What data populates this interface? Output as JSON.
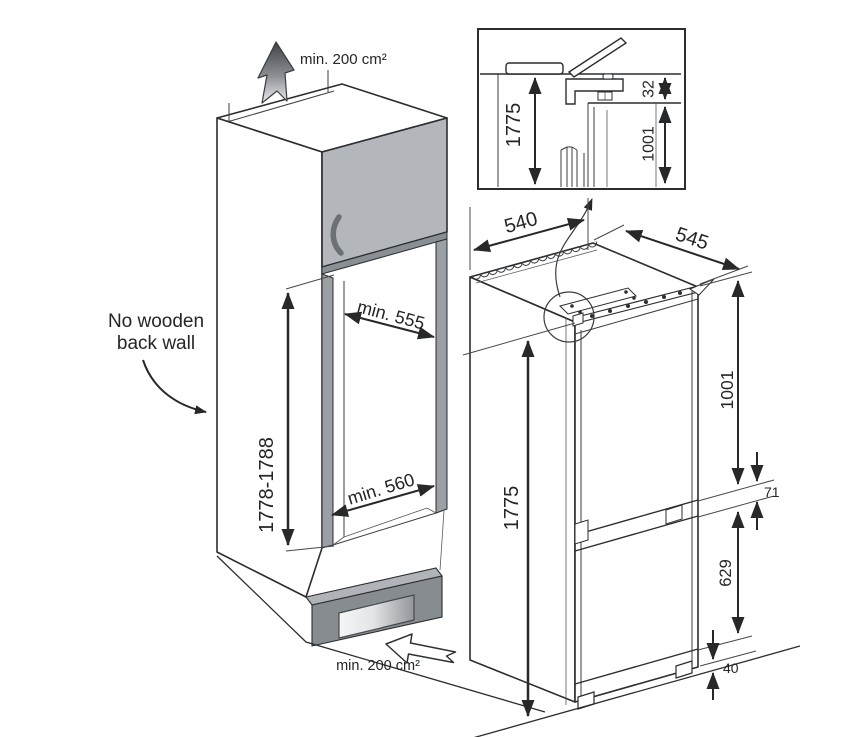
{
  "annotations": {
    "back_wall_note_line1": "No wooden",
    "back_wall_note_line2": "back wall",
    "top_vent": "min. 200 cm²",
    "bottom_vent": "min. 200 cm²"
  },
  "niche": {
    "width": "min. 555",
    "depth": "min. 560",
    "height": "1778-1788"
  },
  "appliance": {
    "width": "540",
    "depth": "545",
    "height": "1775",
    "upper_door": "1001",
    "hinge_gap": "71",
    "lower_door": "629",
    "foot_clearance": "40"
  },
  "inset": {
    "total_height": "1775",
    "top_clearance": "32",
    "upper_door": "1001"
  },
  "colors": {
    "line": "#2b2d2f",
    "door_gray": "#b3b7bb",
    "frame_gray": "#9aa0a4",
    "plinth_gray": "#878c91",
    "background": "#ffffff"
  }
}
